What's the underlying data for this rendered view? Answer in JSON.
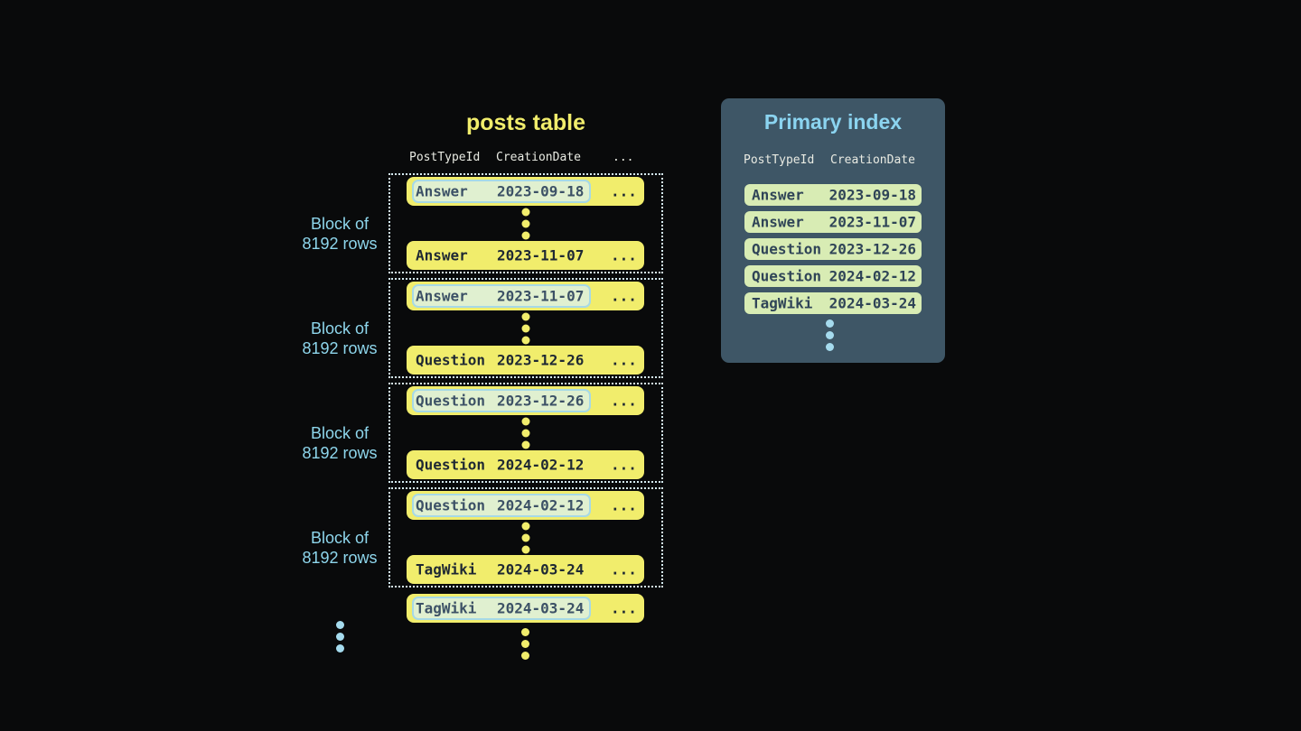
{
  "posts_table": {
    "title": "posts table",
    "columns": [
      "PostTypeId",
      "CreationDate",
      "..."
    ],
    "row_ellipsis": "...",
    "block_label": {
      "line1": "Block of",
      "line2": "8192 rows"
    },
    "blocks": [
      {
        "first": {
          "type": "Answer",
          "date": "2023-09-18"
        },
        "last": {
          "type": "Answer",
          "date": "2023-11-07"
        }
      },
      {
        "first": {
          "type": "Answer",
          "date": "2023-11-07"
        },
        "last": {
          "type": "Question",
          "date": "2023-12-26"
        }
      },
      {
        "first": {
          "type": "Question",
          "date": "2023-12-26"
        },
        "last": {
          "type": "Question",
          "date": "2024-02-12"
        }
      },
      {
        "first": {
          "type": "Question",
          "date": "2024-02-12"
        },
        "last": {
          "type": "TagWiki",
          "date": "2024-03-24"
        }
      }
    ],
    "overflow_row": {
      "type": "TagWiki",
      "date": "2024-03-24"
    }
  },
  "primary_index": {
    "title": "Primary index",
    "columns": [
      "PostTypeId",
      "CreationDate"
    ],
    "rows": [
      {
        "type": "Answer",
        "date": "2023-09-18"
      },
      {
        "type": "Answer",
        "date": "2023-11-07"
      },
      {
        "type": "Question",
        "date": "2023-12-26"
      },
      {
        "type": "Question",
        "date": "2024-02-12"
      },
      {
        "type": "TagWiki",
        "date": "2024-03-24"
      }
    ]
  },
  "colors": {
    "background": "#090a0b",
    "row_yellow": "#f1ed6c",
    "row_text_dark": "#1e2833",
    "highlight_fill": "#e0f0d0",
    "highlight_border": "#a6d9e7",
    "highlight_text": "#3c5166",
    "block_border_dotted": "#d6edf4",
    "accent_light_blue": "#8ed6ec",
    "panel_background": "#3e5666",
    "panel_title_blue": "#8bd4f0",
    "index_pill_green": "#d8ecb4",
    "index_pill_text": "#2f4457",
    "header_text": "#e9ebe3",
    "dot_blue": "#a5dbee"
  }
}
